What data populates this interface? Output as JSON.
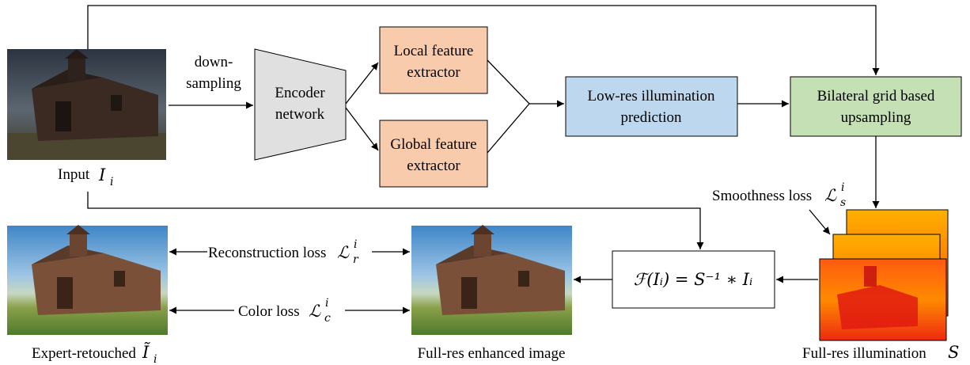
{
  "nodes": {
    "input_caption": "Input",
    "input_symbol": "I",
    "input_sub": "i",
    "downsampling_line1": "down-",
    "downsampling_line2": "sampling",
    "encoder_line1": "Encoder",
    "encoder_line2": "network",
    "local_line1": "Local feature",
    "local_line2": "extractor",
    "global_line1": "Global feature",
    "global_line2": "extractor",
    "lowres_line1": "Low-res illumination",
    "lowres_line2": "prediction",
    "bilateral_line1": "Bilateral grid based",
    "bilateral_line2": "upsampling",
    "smoothness_text": "Smoothness loss",
    "smoothness_symbol": "ℒ",
    "smoothness_sup": "i",
    "smoothness_sub": "s",
    "formula": "ℱ(Iᵢ) = S⁻¹ ∗ Iᵢ",
    "reconstruction_text": "Reconstruction loss",
    "reconstruction_symbol": "ℒ",
    "reconstruction_sup": "i",
    "reconstruction_sub": "r",
    "color_text": "Color loss",
    "color_symbol": "ℒ",
    "color_sup": "i",
    "color_sub": "c",
    "expert_caption": "Expert-retouched",
    "expert_symbol": "Ĩ",
    "expert_sub": "i",
    "fullres_enhanced_caption": "Full-res enhanced image",
    "fullres_illum_caption": "Full-res illumination",
    "fullres_illum_symbol": "S"
  },
  "colors": {
    "encoder_fill": "#e0e0e0",
    "feature_fill": "#f7cbac",
    "lowres_fill": "#bdd7ee",
    "bilateral_fill": "#c5e0b4",
    "illum_red": "#ee2211",
    "illum_orange": "#ff9900"
  }
}
